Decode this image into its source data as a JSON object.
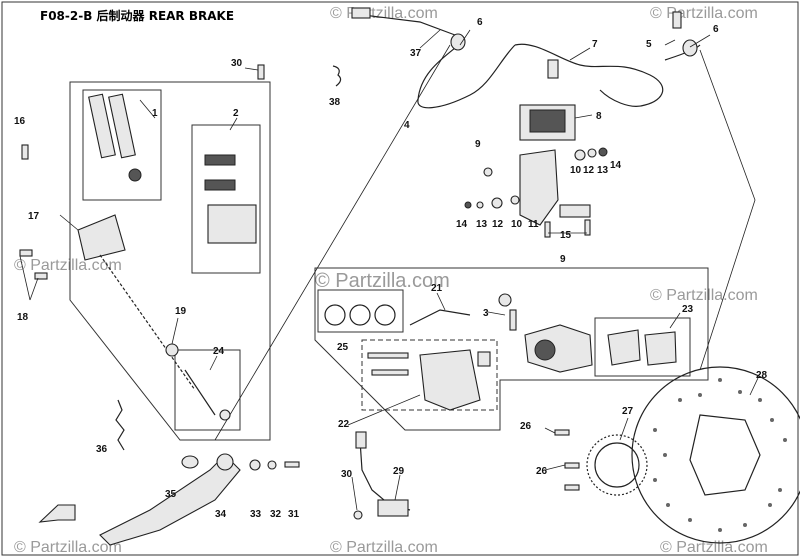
{
  "title": "F08-2-B 后制动器 REAR BRAKE",
  "watermark": "© Partzilla.com",
  "callouts": {
    "p1": "1",
    "p2": "2",
    "p3": "3",
    "p4": "4",
    "p5": "5",
    "p6a": "6",
    "p6b": "6",
    "p7": "7",
    "p8": "8",
    "p9a": "9",
    "p9b": "9",
    "p10a": "10",
    "p10b": "10",
    "p11": "11",
    "p12a": "12",
    "p12b": "12",
    "p13a": "13",
    "p13b": "13",
    "p14a": "14",
    "p14b": "14",
    "p15": "15",
    "p16": "16",
    "p17": "17",
    "p18": "18",
    "p19": "19",
    "p21": "21",
    "p22": "22",
    "p23": "23",
    "p24": "24",
    "p25": "25",
    "p26a": "26",
    "p26b": "26",
    "p27": "27",
    "p28": "28",
    "p29": "29",
    "p30a": "30",
    "p30b": "30",
    "p31": "31",
    "p32": "32",
    "p33": "33",
    "p34": "34",
    "p35": "35",
    "p36": "36",
    "p37": "37",
    "p38": "38"
  },
  "colors": {
    "line": "#222222",
    "watermark": "#9a9a9a",
    "background": "#ffffff"
  }
}
